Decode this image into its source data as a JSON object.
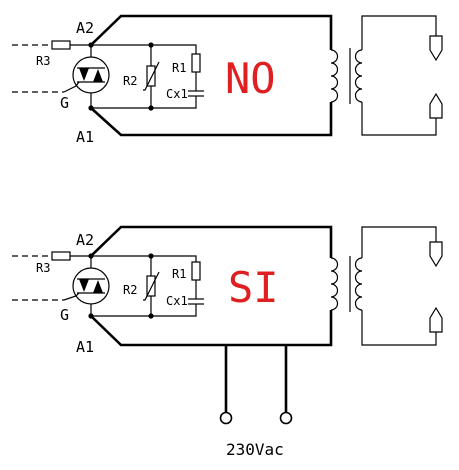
{
  "circuits": [
    {
      "labels": {
        "a2": "A2",
        "a1": "A1",
        "g": "G",
        "r3": "R3",
        "r2": "R2",
        "r1": "R1",
        "cx1": "Cx1"
      },
      "state_text": "NO",
      "state_color": "#e02020"
    },
    {
      "labels": {
        "a2": "A2",
        "a1": "A1",
        "g": "G",
        "r3": "R3",
        "r2": "R2",
        "r1": "R1",
        "cx1": "Cx1"
      },
      "state_text": "SI",
      "state_color": "#e02020"
    }
  ],
  "supply_label": "230Vac"
}
